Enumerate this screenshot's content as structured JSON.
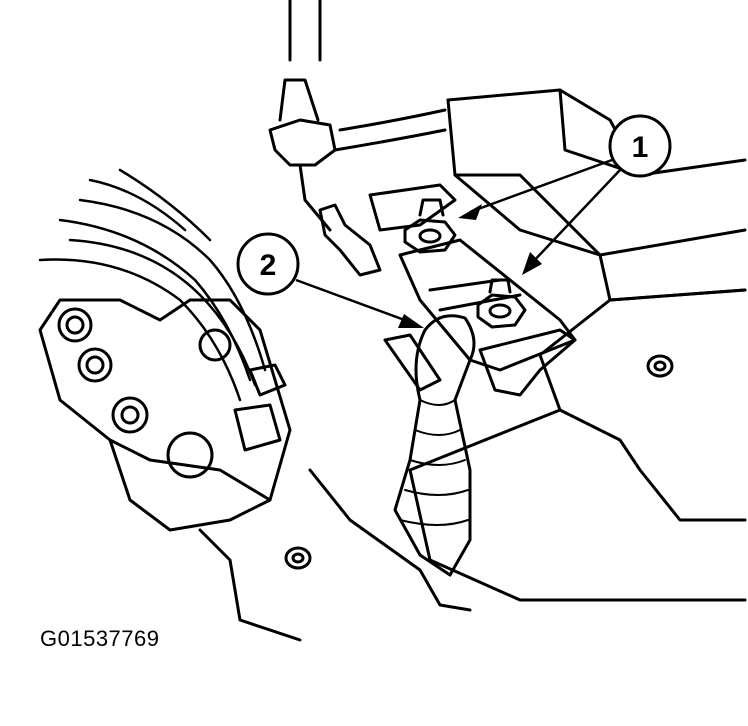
{
  "diagram": {
    "callouts": [
      {
        "id": "callout-1",
        "label": "1"
      },
      {
        "id": "callout-2",
        "label": "2"
      }
    ],
    "figure_id": "G01537769",
    "colors": {
      "ink": "#000000",
      "paper": "#ffffff"
    }
  }
}
